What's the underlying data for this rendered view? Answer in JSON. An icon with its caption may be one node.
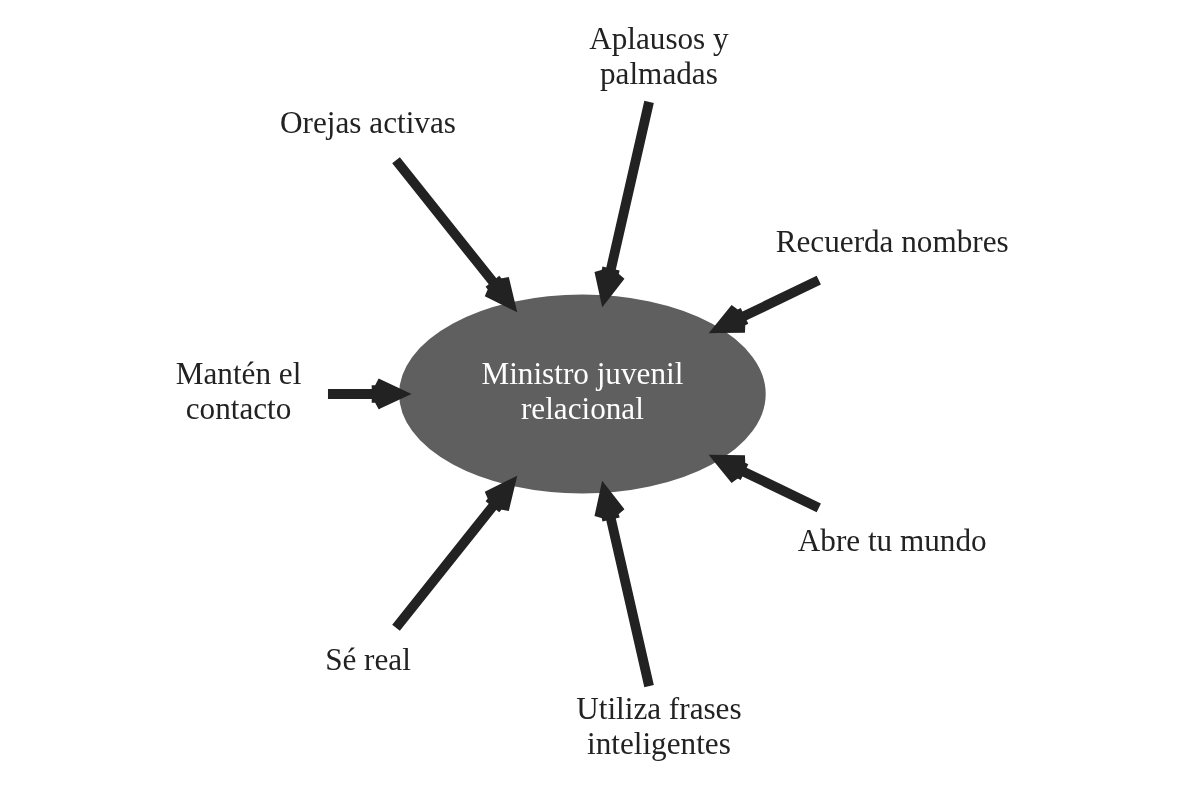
{
  "diagram": {
    "nodes": [
      {
        "text": [
          "Ministro juvenil relacional"
        ]
      },
      {
        "text": [
          "Recuerda nombres"
        ]
      },
      {
        "text": [
          "Aplausos y palmadas"
        ]
      },
      {
        "text": [
          "Orejas activas"
        ]
      },
      {
        "text": [
          "Mantén el contacto"
        ]
      },
      {
        "text": [
          "Sé real"
        ]
      },
      {
        "text": [
          "Utiliza frases inteligentes"
        ]
      },
      {
        "text": [
          "Abre tu mundo"
        ]
      }
    ],
    "edges": [
      {
        "from": 1,
        "to": 0,
        "arrow": "to"
      },
      {
        "from": 2,
        "to": 0,
        "arrow": "to"
      },
      {
        "from": 3,
        "to": 0,
        "arrow": "to"
      },
      {
        "from": 4,
        "to": 0,
        "arrow": "to"
      },
      {
        "from": 5,
        "to": 0,
        "arrow": "to"
      },
      {
        "from": 6,
        "to": 0,
        "arrow": "to"
      },
      {
        "from": 7,
        "to": 0,
        "arrow": "to"
      }
    ]
  }
}
